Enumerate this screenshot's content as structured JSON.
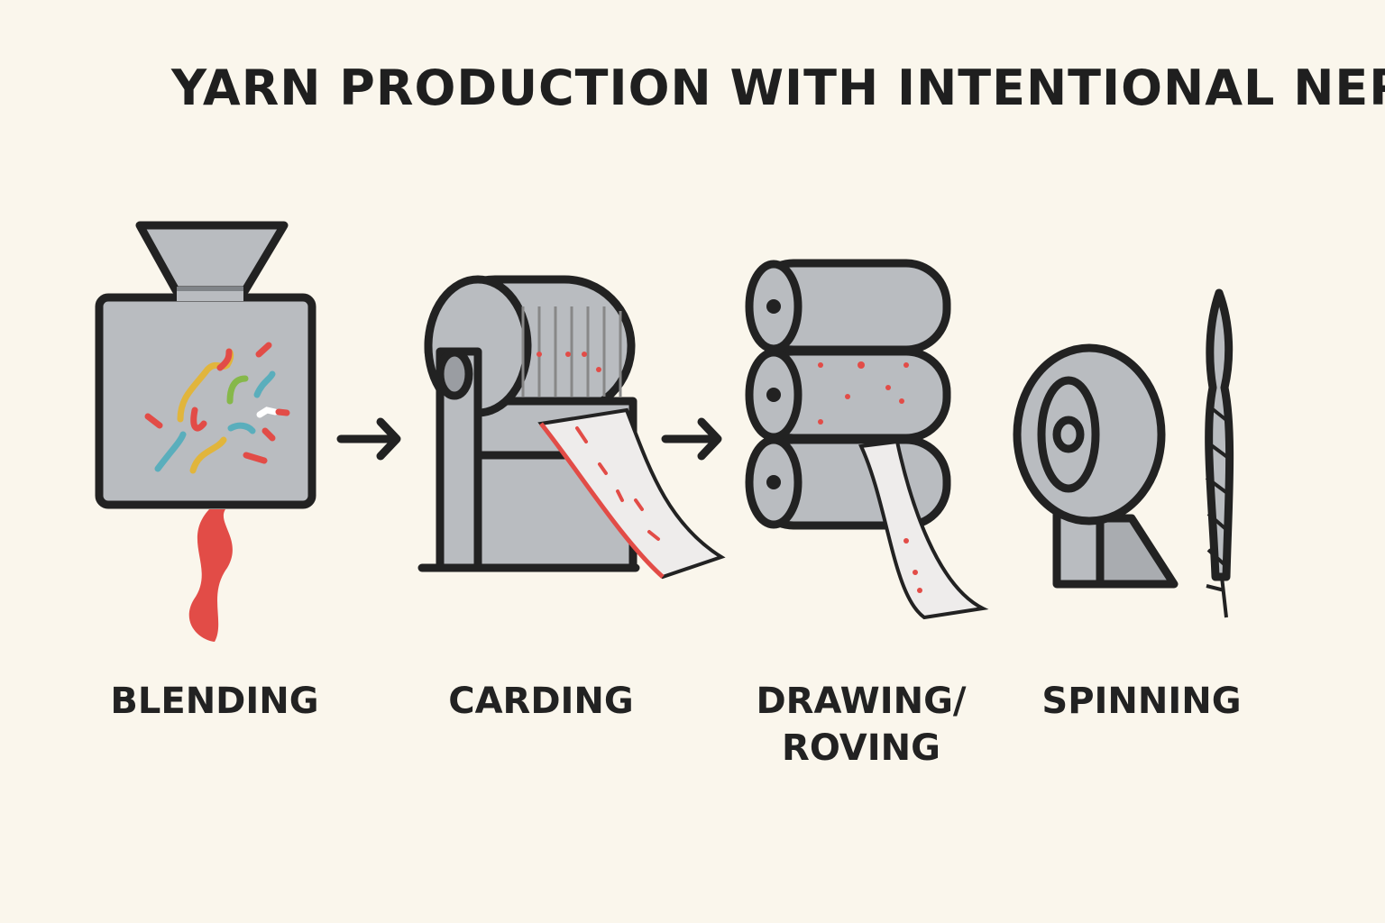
{
  "title": "YARN PRODUCTION WITH INTENTIONAL NEPS",
  "steps": [
    {
      "label": "BLENDING"
    },
    {
      "label": "CARDING"
    },
    {
      "label_line1": "DRAWING/",
      "label_line2": "ROVING"
    },
    {
      "label": "SPINNING"
    }
  ],
  "colors": {
    "background": "#faf6ec",
    "machine": "#b9bcc0",
    "outline": "#222222",
    "nep": "#e24c47",
    "fiber_yellow": "#e1b53c",
    "fiber_blue": "#5aaebc",
    "fiber_green": "#86b84a"
  }
}
